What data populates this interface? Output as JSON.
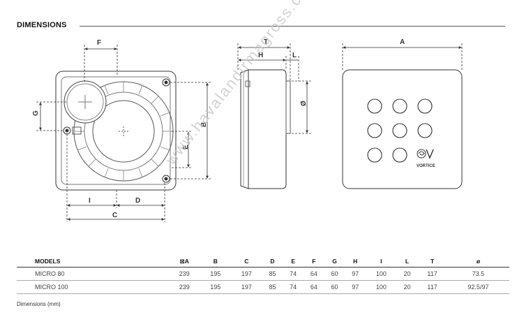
{
  "header": {
    "title": "DIMENSIONS"
  },
  "labels": {
    "A": "A",
    "B": "B",
    "C": "C",
    "D": "D",
    "E": "E",
    "F": "F",
    "G": "G",
    "H": "H",
    "I": "I",
    "L": "L",
    "T": "T",
    "phi": "Ø"
  },
  "brand": {
    "name": "VORTICE"
  },
  "watermark": "www.havalandirmagross.com",
  "table": {
    "headers": [
      "MODELS",
      "⊠A",
      "B",
      "C",
      "D",
      "E",
      "F",
      "G",
      "H",
      "I",
      "L",
      "T",
      "ø"
    ],
    "rows": [
      [
        "MICRO 80",
        "239",
        "195",
        "197",
        "85",
        "74",
        "64",
        "60",
        "97",
        "100",
        "20",
        "117",
        "73.5"
      ],
      [
        "MICRO 100",
        "239",
        "195",
        "197",
        "85",
        "74",
        "64",
        "60",
        "97",
        "100",
        "20",
        "117",
        "92.5/97"
      ]
    ]
  },
  "footnote": "Dimensions (mm)"
}
